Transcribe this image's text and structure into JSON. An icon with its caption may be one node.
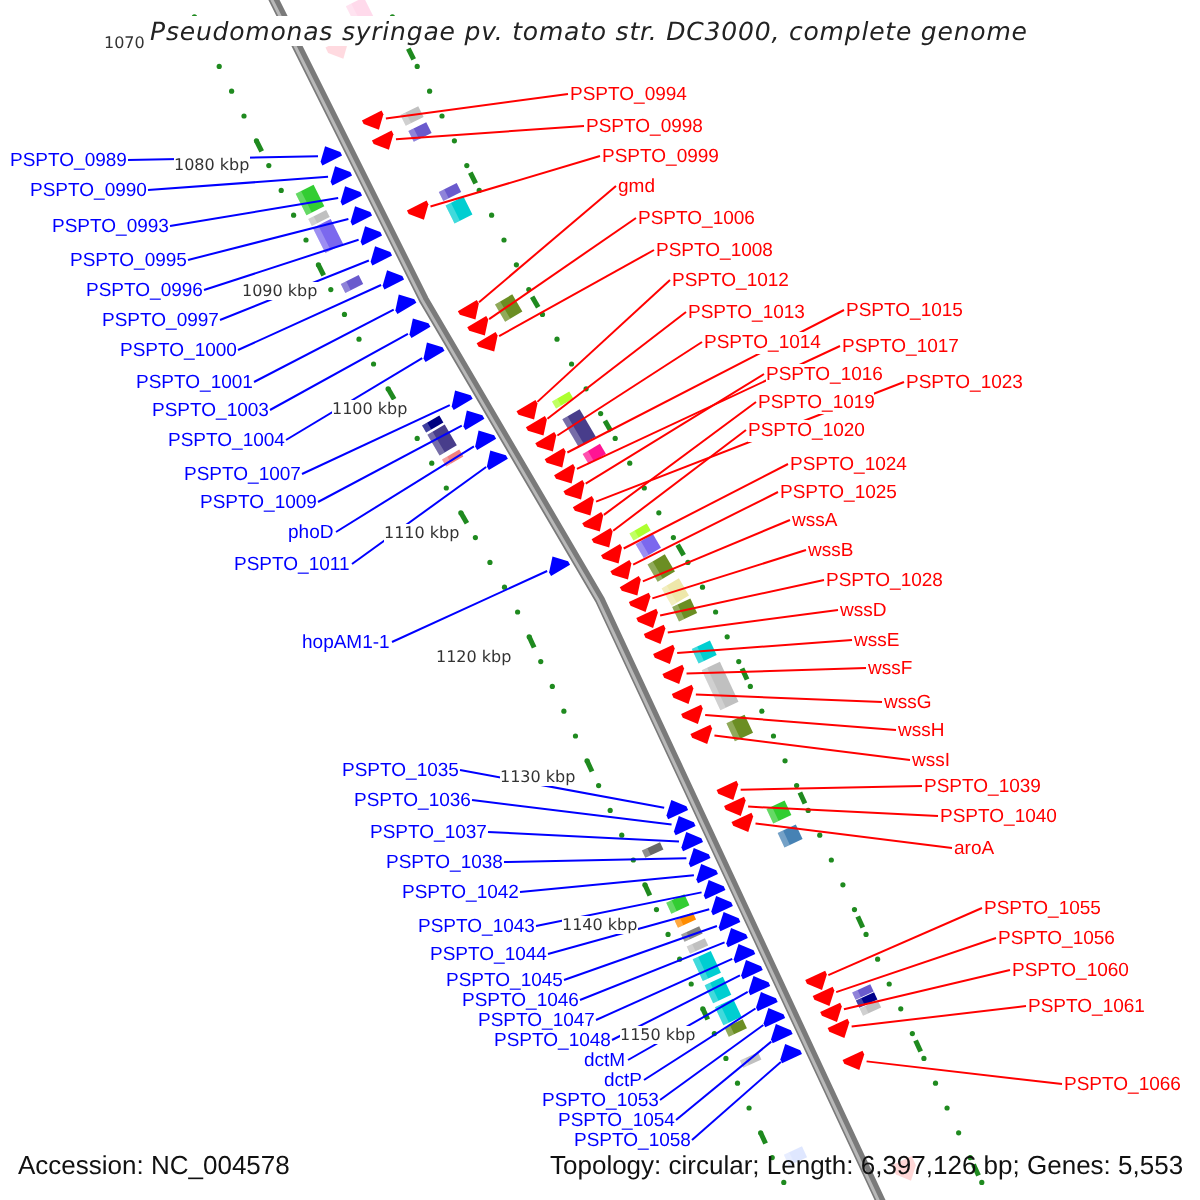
{
  "diagram": {
    "title": "Pseudomonas syringae pv. tomato str. DC3000, complete genome",
    "nodes": [
      {
        "text": [
          "PSPTO_0989"
        ]
      },
      {
        "text": [
          "PSPTO_0990"
        ]
      },
      {
        "text": [
          "PSPTO_0993"
        ]
      },
      {
        "text": [
          "PSPTO_0995"
        ]
      },
      {
        "text": [
          "PSPTO_0996"
        ]
      },
      {
        "text": [
          "PSPTO_0997"
        ]
      },
      {
        "text": [
          "PSPTO_1000"
        ]
      },
      {
        "text": [
          "PSPTO_1001"
        ]
      },
      {
        "text": [
          "PSPTO_1003"
        ]
      },
      {
        "text": [
          "PSPTO_1004"
        ]
      },
      {
        "text": [
          "PSPTO_1007"
        ]
      },
      {
        "text": [
          "PSPTO_1009"
        ]
      },
      {
        "text": [
          "phoD"
        ]
      },
      {
        "text": [
          "PSPTO_1011"
        ]
      },
      {
        "text": [
          "hopAM1-1"
        ]
      },
      {
        "text": [
          "PSPTO_1035"
        ]
      },
      {
        "text": [
          "PSPTO_1036"
        ]
      },
      {
        "text": [
          "PSPTO_1037"
        ]
      },
      {
        "text": [
          "PSPTO_1038"
        ]
      },
      {
        "text": [
          "PSPTO_1042"
        ]
      },
      {
        "text": [
          "PSPTO_1043"
        ]
      },
      {
        "text": [
          "PSPTO_1044"
        ]
      },
      {
        "text": [
          "PSPTO_1045"
        ]
      },
      {
        "text": [
          "PSPTO_1046"
        ]
      },
      {
        "text": [
          "PSPTO_1047"
        ]
      },
      {
        "text": [
          "PSPTO_1048"
        ]
      },
      {
        "text": [
          "dctM"
        ]
      },
      {
        "text": [
          "dctP"
        ]
      },
      {
        "text": [
          "PSPTO_1053"
        ]
      },
      {
        "text": [
          "PSPTO_1054"
        ]
      },
      {
        "text": [
          "PSPTO_1058"
        ]
      },
      {
        "text": [
          "PSPTO_0994"
        ]
      },
      {
        "text": [
          "PSPTO_0998"
        ]
      },
      {
        "text": [
          "PSPTO_0999"
        ]
      },
      {
        "text": [
          "gmd"
        ]
      },
      {
        "text": [
          "PSPTO_1006"
        ]
      },
      {
        "text": [
          "PSPTO_1008"
        ]
      },
      {
        "text": [
          "PSPTO_1012"
        ]
      },
      {
        "text": [
          "PSPTO_1013"
        ]
      },
      {
        "text": [
          "PSPTO_1014"
        ]
      },
      {
        "text": [
          "PSPTO_1015"
        ]
      },
      {
        "text": [
          "PSPTO_1017"
        ]
      },
      {
        "text": [
          "PSPTO_1016"
        ]
      },
      {
        "text": [
          "PSPTO_1023"
        ]
      },
      {
        "text": [
          "PSPTO_1019"
        ]
      },
      {
        "text": [
          "PSPTO_1020"
        ]
      },
      {
        "text": [
          "PSPTO_1024"
        ]
      },
      {
        "text": [
          "PSPTO_1025"
        ]
      },
      {
        "text": [
          "wssA"
        ]
      },
      {
        "text": [
          "wssB"
        ]
      },
      {
        "text": [
          "PSPTO_1028"
        ]
      },
      {
        "text": [
          "wssD"
        ]
      },
      {
        "text": [
          "wssE"
        ]
      },
      {
        "text": [
          "wssF"
        ]
      },
      {
        "text": [
          "wssG"
        ]
      },
      {
        "text": [
          "wssH"
        ]
      },
      {
        "text": [
          "wssI"
        ]
      },
      {
        "text": [
          "PSPTO_1039"
        ]
      },
      {
        "text": [
          "PSPTO_1040"
        ]
      },
      {
        "text": [
          "aroA"
        ]
      },
      {
        "text": [
          "PSPTO_1055"
        ]
      },
      {
        "text": [
          "PSPTO_1056"
        ]
      },
      {
        "text": [
          "PSPTO_1060"
        ]
      },
      {
        "text": [
          "PSPTO_1061"
        ]
      },
      {
        "text": [
          "PSPTO_1066"
        ]
      },
      {
        "text": [],
        "shape": "arrow"
      },
      {
        "text": [],
        "shape": "arrow"
      },
      {
        "text": [],
        "shape": "arrow"
      },
      {
        "text": [],
        "shape": "arrow"
      },
      {
        "text": [],
        "shape": "arrow"
      },
      {
        "text": [],
        "shape": "arrow"
      },
      {
        "text": [],
        "shape": "arrow"
      },
      {
        "text": [],
        "shape": "arrow"
      },
      {
        "text": [],
        "shape": "arrow"
      },
      {
        "text": [],
        "shape": "arrow"
      },
      {
        "text": [],
        "shape": "arrow"
      },
      {
        "text": [],
        "shape": "arrow"
      },
      {
        "text": [],
        "shape": "arrow"
      },
      {
        "text": [],
        "shape": "arrow"
      },
      {
        "text": [],
        "shape": "arrow"
      },
      {
        "text": [],
        "shape": "arrow"
      },
      {
        "text": [],
        "shape": "arrow"
      },
      {
        "text": [],
        "shape": "arrow"
      },
      {
        "text": [],
        "shape": "arrow"
      },
      {
        "text": [],
        "shape": "arrow"
      },
      {
        "text": [],
        "shape": "arrow"
      },
      {
        "text": [],
        "shape": "arrow"
      },
      {
        "text": [],
        "shape": "arrow"
      },
      {
        "text": [],
        "shape": "arrow"
      },
      {
        "text": [],
        "shape": "arrow"
      },
      {
        "text": [],
        "shape": "arrow"
      },
      {
        "text": [],
        "shape": "arrow"
      },
      {
        "text": [],
        "shape": "arrow"
      },
      {
        "text": [],
        "shape": "arrow"
      },
      {
        "text": [],
        "shape": "arrow"
      },
      {
        "text": [],
        "shape": "arrow"
      },
      {
        "text": [],
        "shape": "arrow"
      },
      {
        "text": [],
        "shape": "arrow"
      },
      {
        "text": [],
        "shape": "arrow"
      },
      {
        "text": [],
        "shape": "arrow"
      },
      {
        "text": [],
        "shape": "arrow"
      },
      {
        "text": [],
        "shape": "arrow"
      },
      {
        "text": [],
        "shape": "arrow"
      },
      {
        "text": [],
        "shape": "arrow"
      },
      {
        "text": [],
        "shape": "arrow"
      },
      {
        "text": [],
        "shape": "arrow"
      },
      {
        "text": [],
        "shape": "arrow"
      },
      {
        "text": [],
        "shape": "arrow"
      },
      {
        "text": [],
        "shape": "arrow"
      },
      {
        "text": [],
        "shape": "arrow"
      },
      {
        "text": [],
        "shape": "arrow"
      },
      {
        "text": [],
        "shape": "arrow"
      },
      {
        "text": [],
        "shape": "arrow"
      },
      {
        "text": [],
        "shape": "arrow"
      },
      {
        "text": [],
        "shape": "arrow"
      },
      {
        "text": [],
        "shape": "arrow"
      },
      {
        "text": [],
        "shape": "arrow"
      },
      {
        "text": [],
        "shape": "arrow"
      },
      {
        "text": [],
        "shape": "arrow"
      },
      {
        "text": [],
        "shape": "arrow"
      },
      {
        "text": [],
        "shape": "arrow"
      },
      {
        "text": [],
        "shape": "arrow"
      },
      {
        "text": [],
        "shape": "arrow"
      },
      {
        "text": [],
        "shape": "arrow"
      },
      {
        "text": [],
        "shape": "arrow"
      },
      {
        "text": [],
        "shape": "arrow"
      },
      {
        "text": [],
        "shape": "arrow"
      },
      {
        "text": [],
        "shape": "arrow"
      },
      {
        "text": [],
        "shape": "arrow"
      },
      {
        "text": [],
        "shape": "arrow"
      }
    ],
    "edges": [
      {
        "from": 0,
        "to": 65,
        "arrow": "none",
        "color": "#0000ff"
      },
      {
        "from": 1,
        "to": 66,
        "arrow": "none",
        "color": "#0000ff"
      },
      {
        "from": 2,
        "to": 67,
        "arrow": "none",
        "color": "#0000ff"
      },
      {
        "from": 3,
        "to": 68,
        "arrow": "none",
        "color": "#0000ff"
      },
      {
        "from": 4,
        "to": 69,
        "arrow": "none",
        "color": "#0000ff"
      },
      {
        "from": 5,
        "to": 70,
        "arrow": "none",
        "color": "#0000ff"
      },
      {
        "from": 6,
        "to": 71,
        "arrow": "none",
        "color": "#0000ff"
      },
      {
        "from": 7,
        "to": 72,
        "arrow": "none",
        "color": "#0000ff"
      },
      {
        "from": 8,
        "to": 73,
        "arrow": "none",
        "color": "#0000ff"
      },
      {
        "from": 9,
        "to": 74,
        "arrow": "none",
        "color": "#0000ff"
      },
      {
        "from": 10,
        "to": 75,
        "arrow": "none",
        "color": "#0000ff"
      },
      {
        "from": 11,
        "to": 76,
        "arrow": "none",
        "color": "#0000ff"
      },
      {
        "from": 12,
        "to": 77,
        "arrow": "none",
        "color": "#0000ff"
      },
      {
        "from": 13,
        "to": 78,
        "arrow": "none",
        "color": "#0000ff"
      },
      {
        "from": 14,
        "to": 79,
        "arrow": "none",
        "color": "#0000ff"
      },
      {
        "from": 15,
        "to": 80,
        "arrow": "none",
        "color": "#0000ff"
      },
      {
        "from": 16,
        "to": 81,
        "arrow": "none",
        "color": "#0000ff"
      },
      {
        "from": 17,
        "to": 82,
        "arrow": "none",
        "color": "#0000ff"
      },
      {
        "from": 18,
        "to": 83,
        "arrow": "none",
        "color": "#0000ff"
      },
      {
        "from": 19,
        "to": 84,
        "arrow": "none",
        "color": "#0000ff"
      },
      {
        "from": 20,
        "to": 85,
        "arrow": "none",
        "color": "#0000ff"
      },
      {
        "from": 21,
        "to": 86,
        "arrow": "none",
        "color": "#0000ff"
      },
      {
        "from": 22,
        "to": 87,
        "arrow": "none",
        "color": "#0000ff"
      },
      {
        "from": 23,
        "to": 88,
        "arrow": "none",
        "color": "#0000ff"
      },
      {
        "from": 24,
        "to": 89,
        "arrow": "none",
        "color": "#0000ff"
      },
      {
        "from": 25,
        "to": 90,
        "arrow": "none",
        "color": "#0000ff"
      },
      {
        "from": 26,
        "to": 91,
        "arrow": "none",
        "color": "#0000ff"
      },
      {
        "from": 27,
        "to": 92,
        "arrow": "none",
        "color": "#0000ff"
      },
      {
        "from": 28,
        "to": 93,
        "arrow": "none",
        "color": "#0000ff"
      },
      {
        "from": 29,
        "to": 94,
        "arrow": "none",
        "color": "#0000ff"
      },
      {
        "from": 30,
        "to": 95,
        "arrow": "none",
        "color": "#0000ff"
      },
      {
        "from": 31,
        "to": 96,
        "arrow": "none"
      },
      {
        "from": 32,
        "to": 97,
        "arrow": "none"
      },
      {
        "from": 33,
        "to": 98,
        "arrow": "none"
      },
      {
        "from": 34,
        "to": 99,
        "arrow": "none"
      },
      {
        "from": 35,
        "to": 100,
        "arrow": "none"
      },
      {
        "from": 36,
        "to": 101,
        "arrow": "none"
      },
      {
        "from": 37,
        "to": 102,
        "arrow": "none"
      },
      {
        "from": 38,
        "to": 103,
        "arrow": "none"
      },
      {
        "from": 39,
        "to": 104,
        "arrow": "none"
      },
      {
        "from": 40,
        "to": 105,
        "arrow": "none"
      },
      {
        "from": 41,
        "to": 106,
        "arrow": "none"
      },
      {
        "from": 42,
        "to": 107,
        "arrow": "none"
      },
      {
        "from": 43,
        "to": 108,
        "arrow": "none"
      },
      {
        "from": 44,
        "to": 109,
        "arrow": "none"
      },
      {
        "from": 45,
        "to": 110,
        "arrow": "none"
      },
      {
        "from": 46,
        "to": 111,
        "arrow": "none"
      },
      {
        "from": 47,
        "to": 112,
        "arrow": "none"
      },
      {
        "from": 48,
        "to": 113,
        "arrow": "none"
      },
      {
        "from": 49,
        "to": 114,
        "arrow": "none"
      },
      {
        "from": 50,
        "to": 115,
        "arrow": "none"
      },
      {
        "from": 51,
        "to": 116,
        "arrow": "none"
      },
      {
        "from": 52,
        "to": 117,
        "arrow": "none"
      },
      {
        "from": 53,
        "to": 118,
        "arrow": "none"
      },
      {
        "from": 54,
        "to": 119,
        "arrow": "none"
      },
      {
        "from": 55,
        "to": 120,
        "arrow": "none"
      },
      {
        "from": 56,
        "to": 121,
        "arrow": "none"
      },
      {
        "from": 57,
        "to": 122,
        "arrow": "none"
      },
      {
        "from": 58,
        "to": 123,
        "arrow": "none"
      },
      {
        "from": 59,
        "to": 124,
        "arrow": "none"
      },
      {
        "from": 60,
        "to": 125,
        "arrow": "none"
      },
      {
        "from": 61,
        "to": 126,
        "arrow": "none"
      },
      {
        "from": 62,
        "to": 127,
        "arrow": "none"
      },
      {
        "from": 63,
        "to": 128,
        "arrow": "none"
      },
      {
        "from": 64,
        "to": 129,
        "arrow": "none"
      }
    ],
    "labels": [
      "1070",
      "1080 kbp",
      "1090 kbp",
      "1100 kbp",
      "1110 kbp",
      "1120 kbp",
      "1130 kbp",
      "1140 kbp",
      "1150 kbp",
      "Accession: NC_004578",
      "Topology: circular; Length: 6,397,126 bp; Genes: 5,553"
    ]
  }
}
